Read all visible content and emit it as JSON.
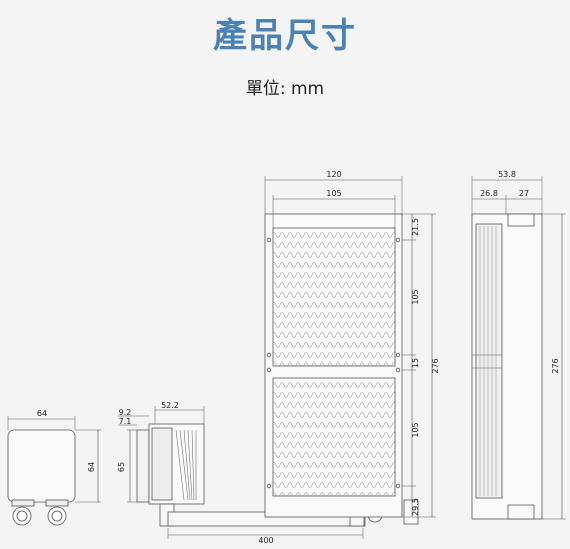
{
  "heading": {
    "title": "產品尺寸",
    "unit_label": "單位: mm"
  },
  "dimensions": {
    "pump_front": {
      "width": "64",
      "height": "64"
    },
    "pump_side": {
      "offset_a": "9.2",
      "offset_b": "7.1",
      "depth": "52.2",
      "height": "65"
    },
    "tube_length": "400",
    "radiator_front": {
      "overall_width": "120",
      "core_width": "105",
      "top_margin": "21.5",
      "fan_section_1": "105",
      "gap": "15",
      "fan_section_2": "105",
      "bottom_margin": "29.5",
      "overall_height": "276"
    },
    "radiator_side": {
      "overall_depth": "53.8",
      "left_part": "26.8",
      "right_part": "27",
      "overall_height": "276"
    }
  }
}
